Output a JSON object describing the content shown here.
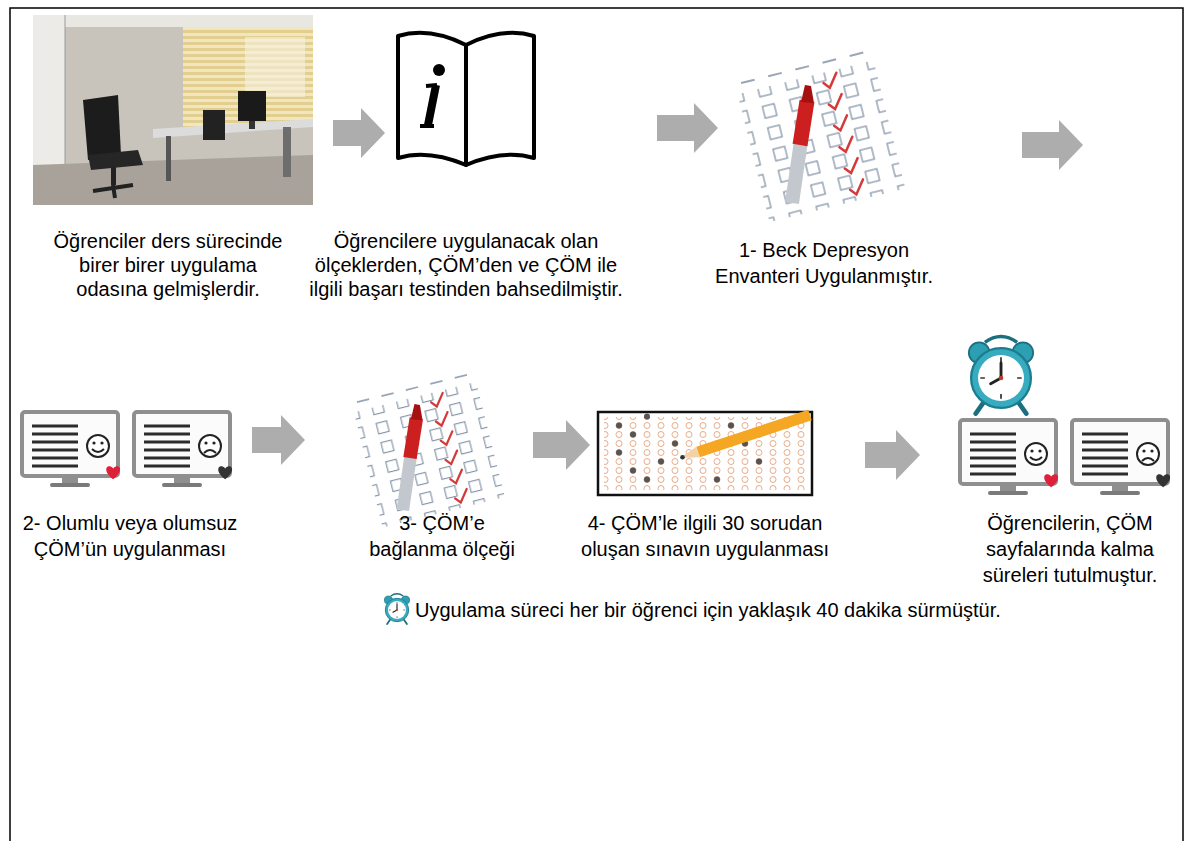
{
  "diagram": {
    "nodes": [
      {
        "text": [
          "Öğrenciler ders sürecinde birer birer uygulama odasına gelmişlerdir."
        ]
      },
      {
        "text": [
          "Öğrencilere uygulanacak olan ölçeklerden, ÇÖM’den ve ÇÖM ile ilgili başarı testinden bahsedilmiştir."
        ]
      },
      {
        "text": [
          "1- Beck Depresyon Envanteri Uygulanmıştır."
        ]
      },
      {
        "text": [
          "2- Olumlu veya olumsuz ÇÖM’ün uygulanması"
        ]
      },
      {
        "text": [
          "3- ÇÖM’e bağlanma ölçeği"
        ]
      },
      {
        "text": [
          "4- ÇÖM’le ilgili 30 sorudan oluşan sınavın uygulanması"
        ]
      },
      {
        "text": [
          "Öğrencilerin, ÇÖM sayfalarında kalma süreleri tutulmuştur."
        ]
      }
    ],
    "edges": [
      {
        "from": 0,
        "to": 1,
        "arrow": "to"
      },
      {
        "from": 1,
        "to": 2,
        "arrow": "to"
      },
      {
        "from": 3,
        "to": 4,
        "arrow": "to"
      },
      {
        "from": 4,
        "to": 5,
        "arrow": "to"
      },
      {
        "from": 5,
        "to": 6,
        "arrow": "to"
      }
    ],
    "labels": [
      "Uygulama süreci her bir öğrenci için yaklaşık 40 dakika sürmüştür."
    ]
  }
}
